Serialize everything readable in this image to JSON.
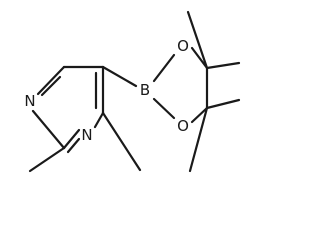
{
  "molecule": {
    "atoms": {
      "n1": "N",
      "n3": "N",
      "b": "B",
      "o1": "O",
      "o2": "O"
    }
  }
}
